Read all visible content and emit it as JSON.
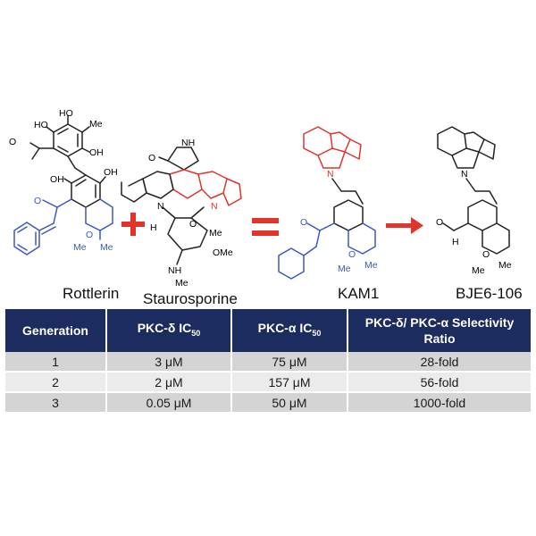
{
  "compounds": {
    "rottlerin": "Rottlerin",
    "staurosporine": "Staurosporine",
    "kam1": "KAM1",
    "bje6": "BJE6-106"
  },
  "atoms": {
    "ho": "HO",
    "oh": "OH",
    "me": "Me",
    "o": "O",
    "n": "N",
    "h": "H",
    "nh": "NH",
    "ome": "OMe",
    "nhme": "NH"
  },
  "table": {
    "headers": {
      "generation": "Generation",
      "delta_prefix": "PKC-δ IC",
      "alpha_prefix": "PKC-α IC",
      "sub": "50",
      "ratio_line1": "PKC-δ/ PKC-α Selectivity",
      "ratio_line2": "Ratio"
    },
    "rows": [
      {
        "generation": "1",
        "delta": "3 μM",
        "alpha": "75 μM",
        "ratio": "28-fold"
      },
      {
        "generation": "2",
        "delta": "2 μM",
        "alpha": "157 μM",
        "ratio": "56-fold"
      },
      {
        "generation": "3",
        "delta": "0.05 μM",
        "alpha": "50 μM",
        "ratio": "1000-fold"
      }
    ]
  },
  "colors": {
    "header_bg": "#1c2c5e",
    "row_dark": "#d4d4d4",
    "row_light": "#ebebeb",
    "blue": "#3b56c8",
    "red": "#e0342c"
  }
}
